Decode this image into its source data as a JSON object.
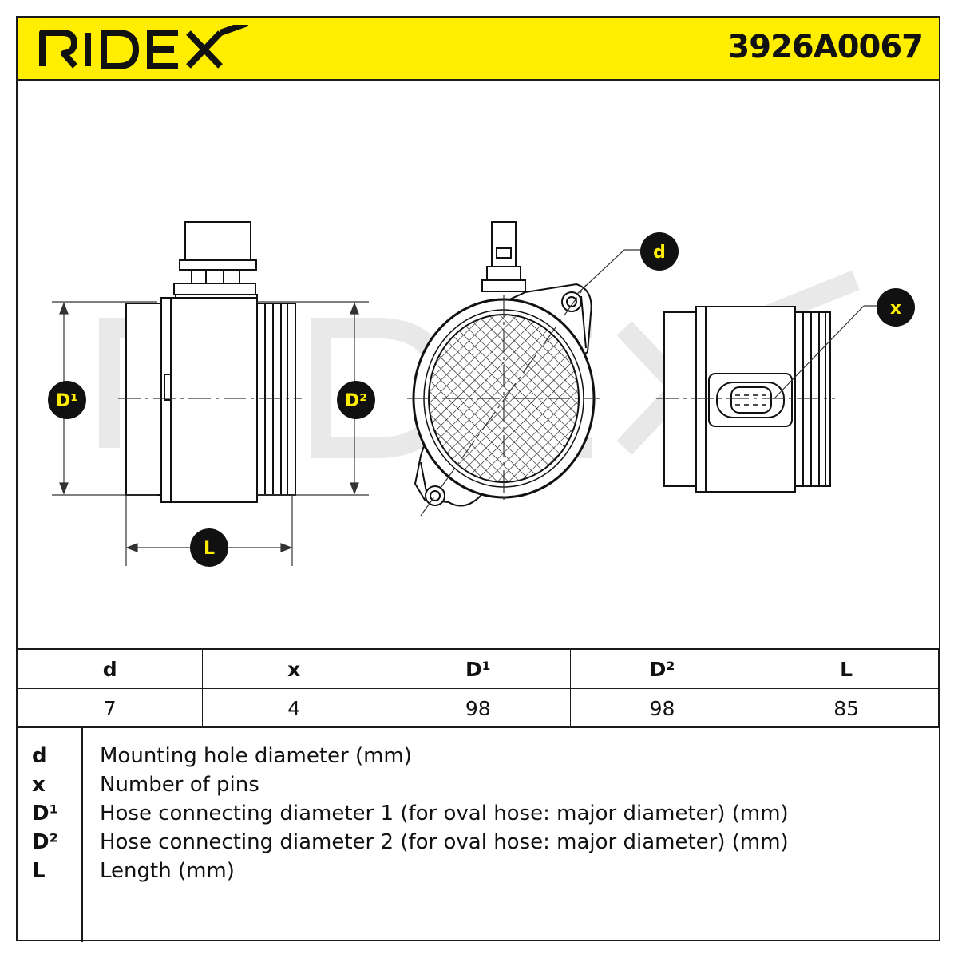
{
  "brand": {
    "name": "RIDEX",
    "accent_color": "#ffee00"
  },
  "header": {
    "part_number": "3926A0067"
  },
  "drawing": {
    "labels": {
      "d": "d",
      "x": "x",
      "D1": "D¹",
      "D2": "D²",
      "L": "L"
    },
    "watermark": "RIDEX",
    "icons": [
      "side-view-diagram",
      "front-view-diagram",
      "connector-view-diagram"
    ]
  },
  "specs": {
    "headers": [
      "d",
      "x",
      "D¹",
      "D²",
      "L"
    ],
    "values": [
      "7",
      "4",
      "98",
      "98",
      "85"
    ]
  },
  "legend": [
    {
      "key": "d",
      "desc": "Mounting hole diameter (mm)"
    },
    {
      "key": "x",
      "desc": "Number of pins"
    },
    {
      "key": "D¹",
      "desc": "Hose connecting diameter 1 (for oval hose: major diameter) (mm)"
    },
    {
      "key": "D²",
      "desc": "Hose connecting diameter 2 (for oval hose: major diameter) (mm)"
    },
    {
      "key": "L",
      "desc": "Length (mm)"
    }
  ]
}
